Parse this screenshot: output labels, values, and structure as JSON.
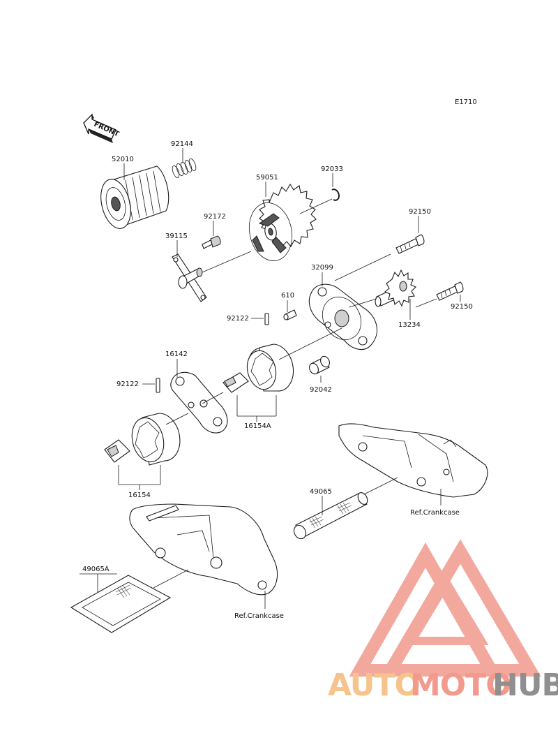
{
  "diagram_code": "E1710",
  "front_label": "FRONT",
  "labels": {
    "p52010": "52010",
    "p92144": "92144",
    "p59051": "59051",
    "p92033": "92033",
    "p92172": "92172",
    "p39115": "39115",
    "p92150a": "92150",
    "p32099": "32099",
    "p610": "610",
    "p92150b": "92150",
    "p13234": "13234",
    "p92122a": "92122",
    "p16142": "16142",
    "p92122b": "92122",
    "p92042": "92042",
    "p16154A": "16154A",
    "p16154": "16154",
    "p49065": "49065",
    "p49065A": "49065A",
    "ref1": "Ref.Crankcase",
    "ref2": "Ref.Crankcase"
  },
  "watermark": {
    "part1": "AUTO",
    "part2": "MOTO",
    "part3": "HUB",
    "color_auto": "#f5c38b",
    "color_moto": "#f29a8e",
    "color_hub": "#8f8f8f"
  }
}
